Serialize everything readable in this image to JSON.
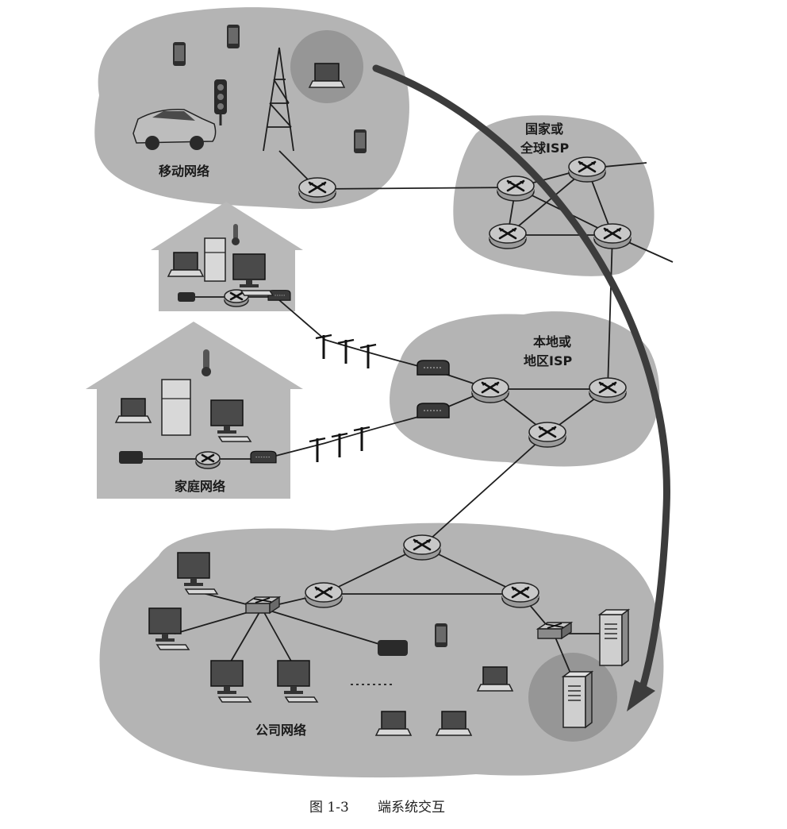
{
  "networks": {
    "mobile": "移动网络",
    "global_isp_line1": "国家或",
    "global_isp_line2": "全球ISP",
    "regional_isp_line1": "本地或",
    "regional_isp_line2": "地区ISP",
    "home": "家庭网络",
    "enterprise": "公司网络"
  },
  "caption": {
    "figure_number": "图 1-3",
    "title": "端系统交互"
  },
  "colors": {
    "cloud": "#b4b4b4",
    "arrow": "#3c3c3c",
    "highlight": "#8e8e8e"
  }
}
